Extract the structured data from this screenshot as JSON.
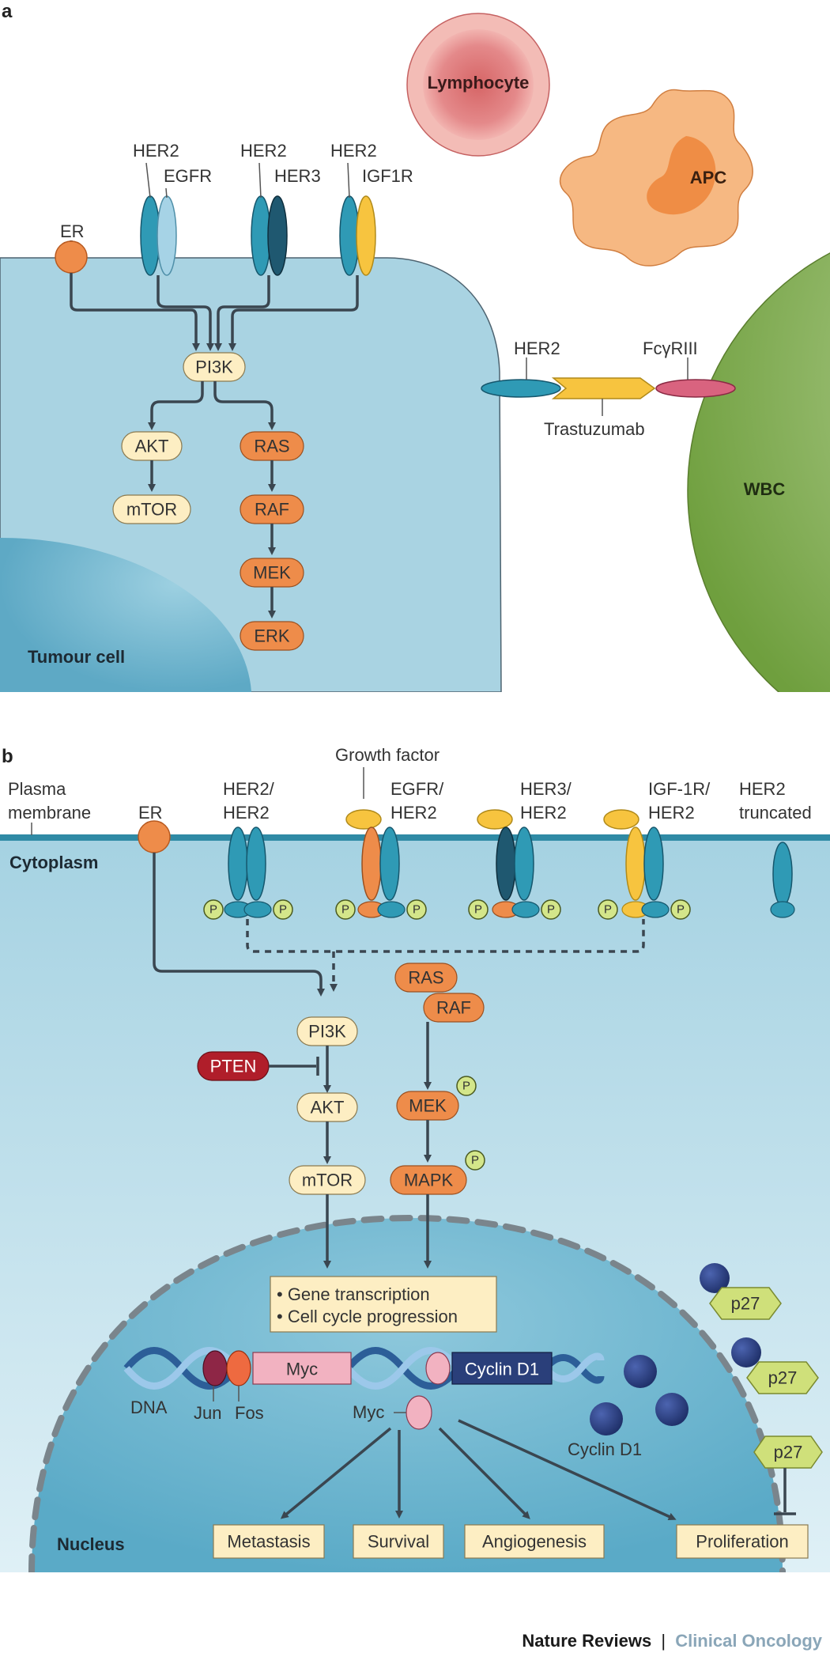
{
  "panel_a": {
    "label": "a",
    "lymphocyte": "Lymphocyte",
    "apc": "APC",
    "wbc": "WBC",
    "tumour_cell": "Tumour cell",
    "er": "ER",
    "receptors": [
      {
        "top": "HER2",
        "bottom": "EGFR"
      },
      {
        "top": "HER2",
        "bottom": "HER3"
      },
      {
        "top": "HER2",
        "bottom": "IGF1R"
      }
    ],
    "pi3k": "PI3K",
    "akt": "AKT",
    "mtor": "mTOR",
    "ras": "RAS",
    "raf": "RAF",
    "mek": "MEK",
    "erk": "ERK",
    "her2_label": "HER2",
    "fcgriii": "FcγRIII",
    "trastuzumab": "Trastuzumab"
  },
  "panel_b": {
    "label": "b",
    "plasma_membrane": "Plasma membrane",
    "plasma_l1": "Plasma",
    "plasma_l2": "membrane",
    "cytoplasm": "Cytoplasm",
    "nucleus": "Nucleus",
    "er": "ER",
    "growth_factor": "Growth factor",
    "receptors": [
      {
        "l1": "HER2/",
        "l2": "HER2"
      },
      {
        "l1": "EGFR/",
        "l2": "HER2"
      },
      {
        "l1": "HER3/",
        "l2": "HER2"
      },
      {
        "l1": "IGF-1R/",
        "l2": "HER2"
      },
      {
        "l1": "HER2",
        "l2": "truncated"
      }
    ],
    "p": "P",
    "pi3k": "PI3K",
    "pten": "PTEN",
    "akt": "AKT",
    "mtor": "mTOR",
    "ras": "RAS",
    "raf": "RAF",
    "mek": "MEK",
    "mapk": "MAPK",
    "gene_box": [
      "• Gene transcription",
      "• Cell cycle progression"
    ],
    "dna": "DNA",
    "jun": "Jun",
    "fos": "Fos",
    "myc": "Myc",
    "cyclin_d1": "Cyclin D1",
    "myc_free": "Myc",
    "cyclin_d1_free": "Cyclin D1",
    "p27": "p27",
    "outcomes": [
      "Metastasis",
      "Survival",
      "Angiogenesis",
      "Proliferation"
    ]
  },
  "footer": {
    "journal": "Nature Reviews",
    "separator": "|",
    "section": "Clinical Oncology"
  },
  "colors": {
    "cell_blue": "#a9d3e2",
    "nucleus_blue": "#6ab4cf",
    "orange": "#ee8c4a",
    "cream": "#fdeec3",
    "teal": "#2f9ab5",
    "dark_teal": "#1f5870",
    "yellow": "#f7c43f",
    "pink": "#d9637f",
    "wbc_green": "#7fae48",
    "pten_red": "#b01e2a",
    "cyclin_navy": "#2a3f7a"
  }
}
